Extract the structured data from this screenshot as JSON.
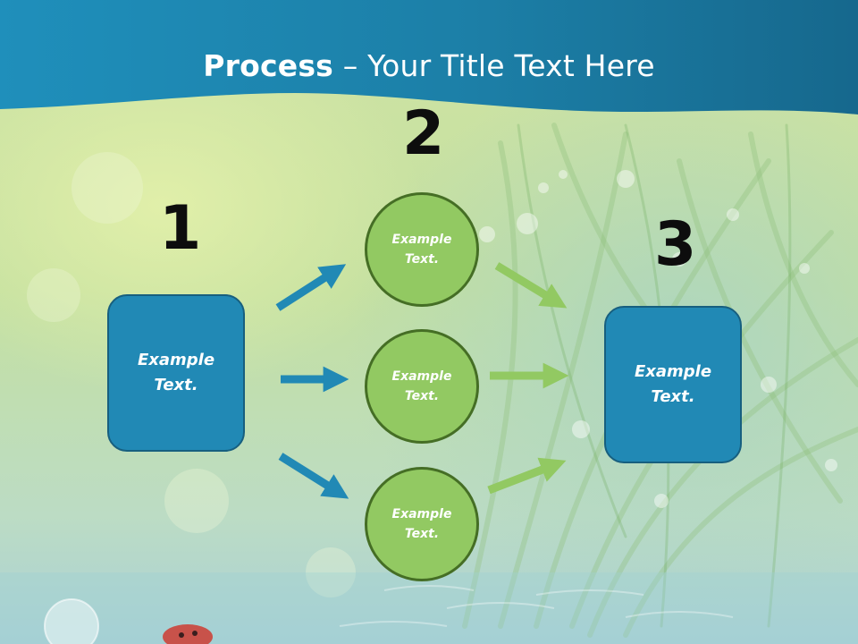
{
  "title": {
    "bold": "Process",
    "rest": " – Your Title Text Here"
  },
  "steps": [
    {
      "number": "1",
      "text": "Example\nText."
    },
    {
      "number": "2",
      "nodes": [
        "Example\nText.",
        "Example\nText.",
        "Example\nText."
      ]
    },
    {
      "number": "3",
      "text": "Example\nText."
    }
  ],
  "colors": {
    "header": "#1b7fa6",
    "box_fill": "#2189b5",
    "circle_fill": "#92c962",
    "circle_border": "#456e25",
    "arrow_blue": "#2189b5",
    "arrow_green": "#92c962"
  }
}
